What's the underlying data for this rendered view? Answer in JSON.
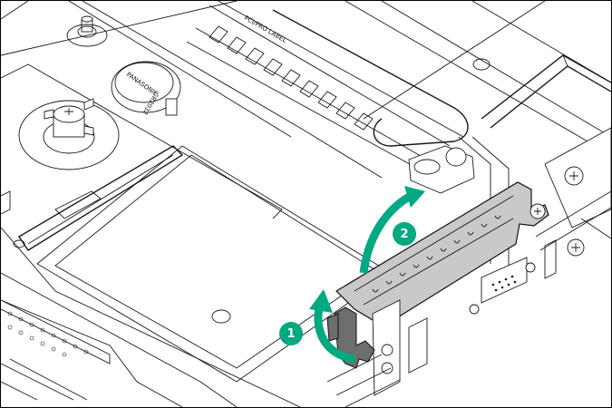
{
  "figure": {
    "description": "Server riser cage removal illustration",
    "accent_color": "#01A982",
    "riser_fill": "#C9C9C9",
    "labels": {
      "battery_brand": "PANASONIC",
      "battery_model": "CR2032",
      "pci_label": "PCI/PRO LABEL"
    },
    "callouts": [
      {
        "number": "1",
        "action": "Rotate riser latch upward"
      },
      {
        "number": "2",
        "action": "Lift riser cage out"
      }
    ]
  }
}
